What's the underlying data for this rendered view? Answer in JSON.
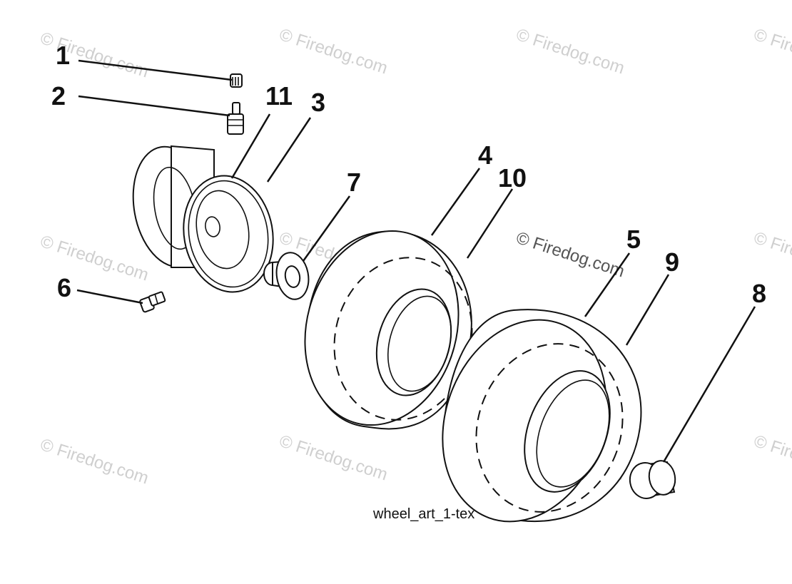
{
  "diagram": {
    "caption": "wheel_art_1-tex",
    "watermark": "© Firedog.com",
    "callouts": [
      "1",
      "2",
      "11",
      "3",
      "7",
      "4",
      "10",
      "5",
      "9",
      "8",
      "6"
    ]
  }
}
